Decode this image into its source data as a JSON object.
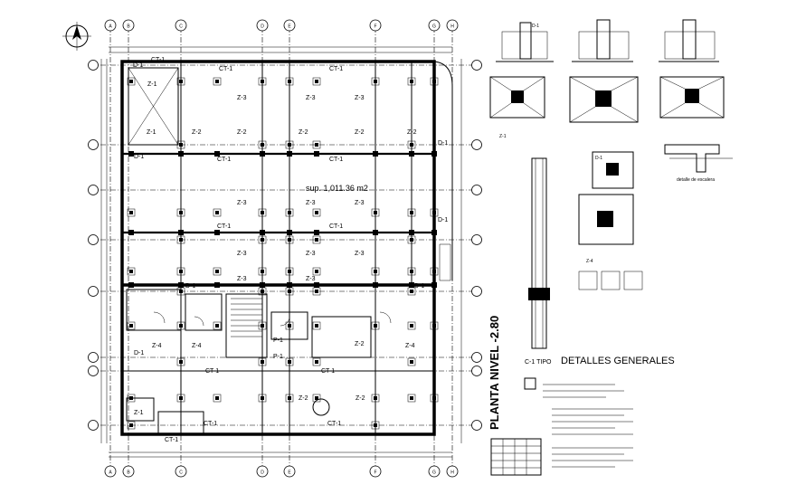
{
  "plan": {
    "area_text": "sup. 1,011.36 m2",
    "title_vertical": "PLANTA NIVEL -2.80",
    "axis_letters": [
      "A",
      "B",
      "C",
      "D",
      "E",
      "F",
      "G",
      "H"
    ],
    "footing_labels": {
      "ct1": "CT-1",
      "z1": "Z-1",
      "z2": "Z-2",
      "z3": "Z-3",
      "z4": "Z-4",
      "d1": "D-1",
      "p1": "P-1"
    }
  },
  "details": {
    "heading": "DETALLES GENERALES",
    "column_type": "C-1 TIPO",
    "d1": "D-1",
    "z1": "Z-1",
    "z4": "Z-4",
    "edge_note": "detalle de escalera"
  }
}
